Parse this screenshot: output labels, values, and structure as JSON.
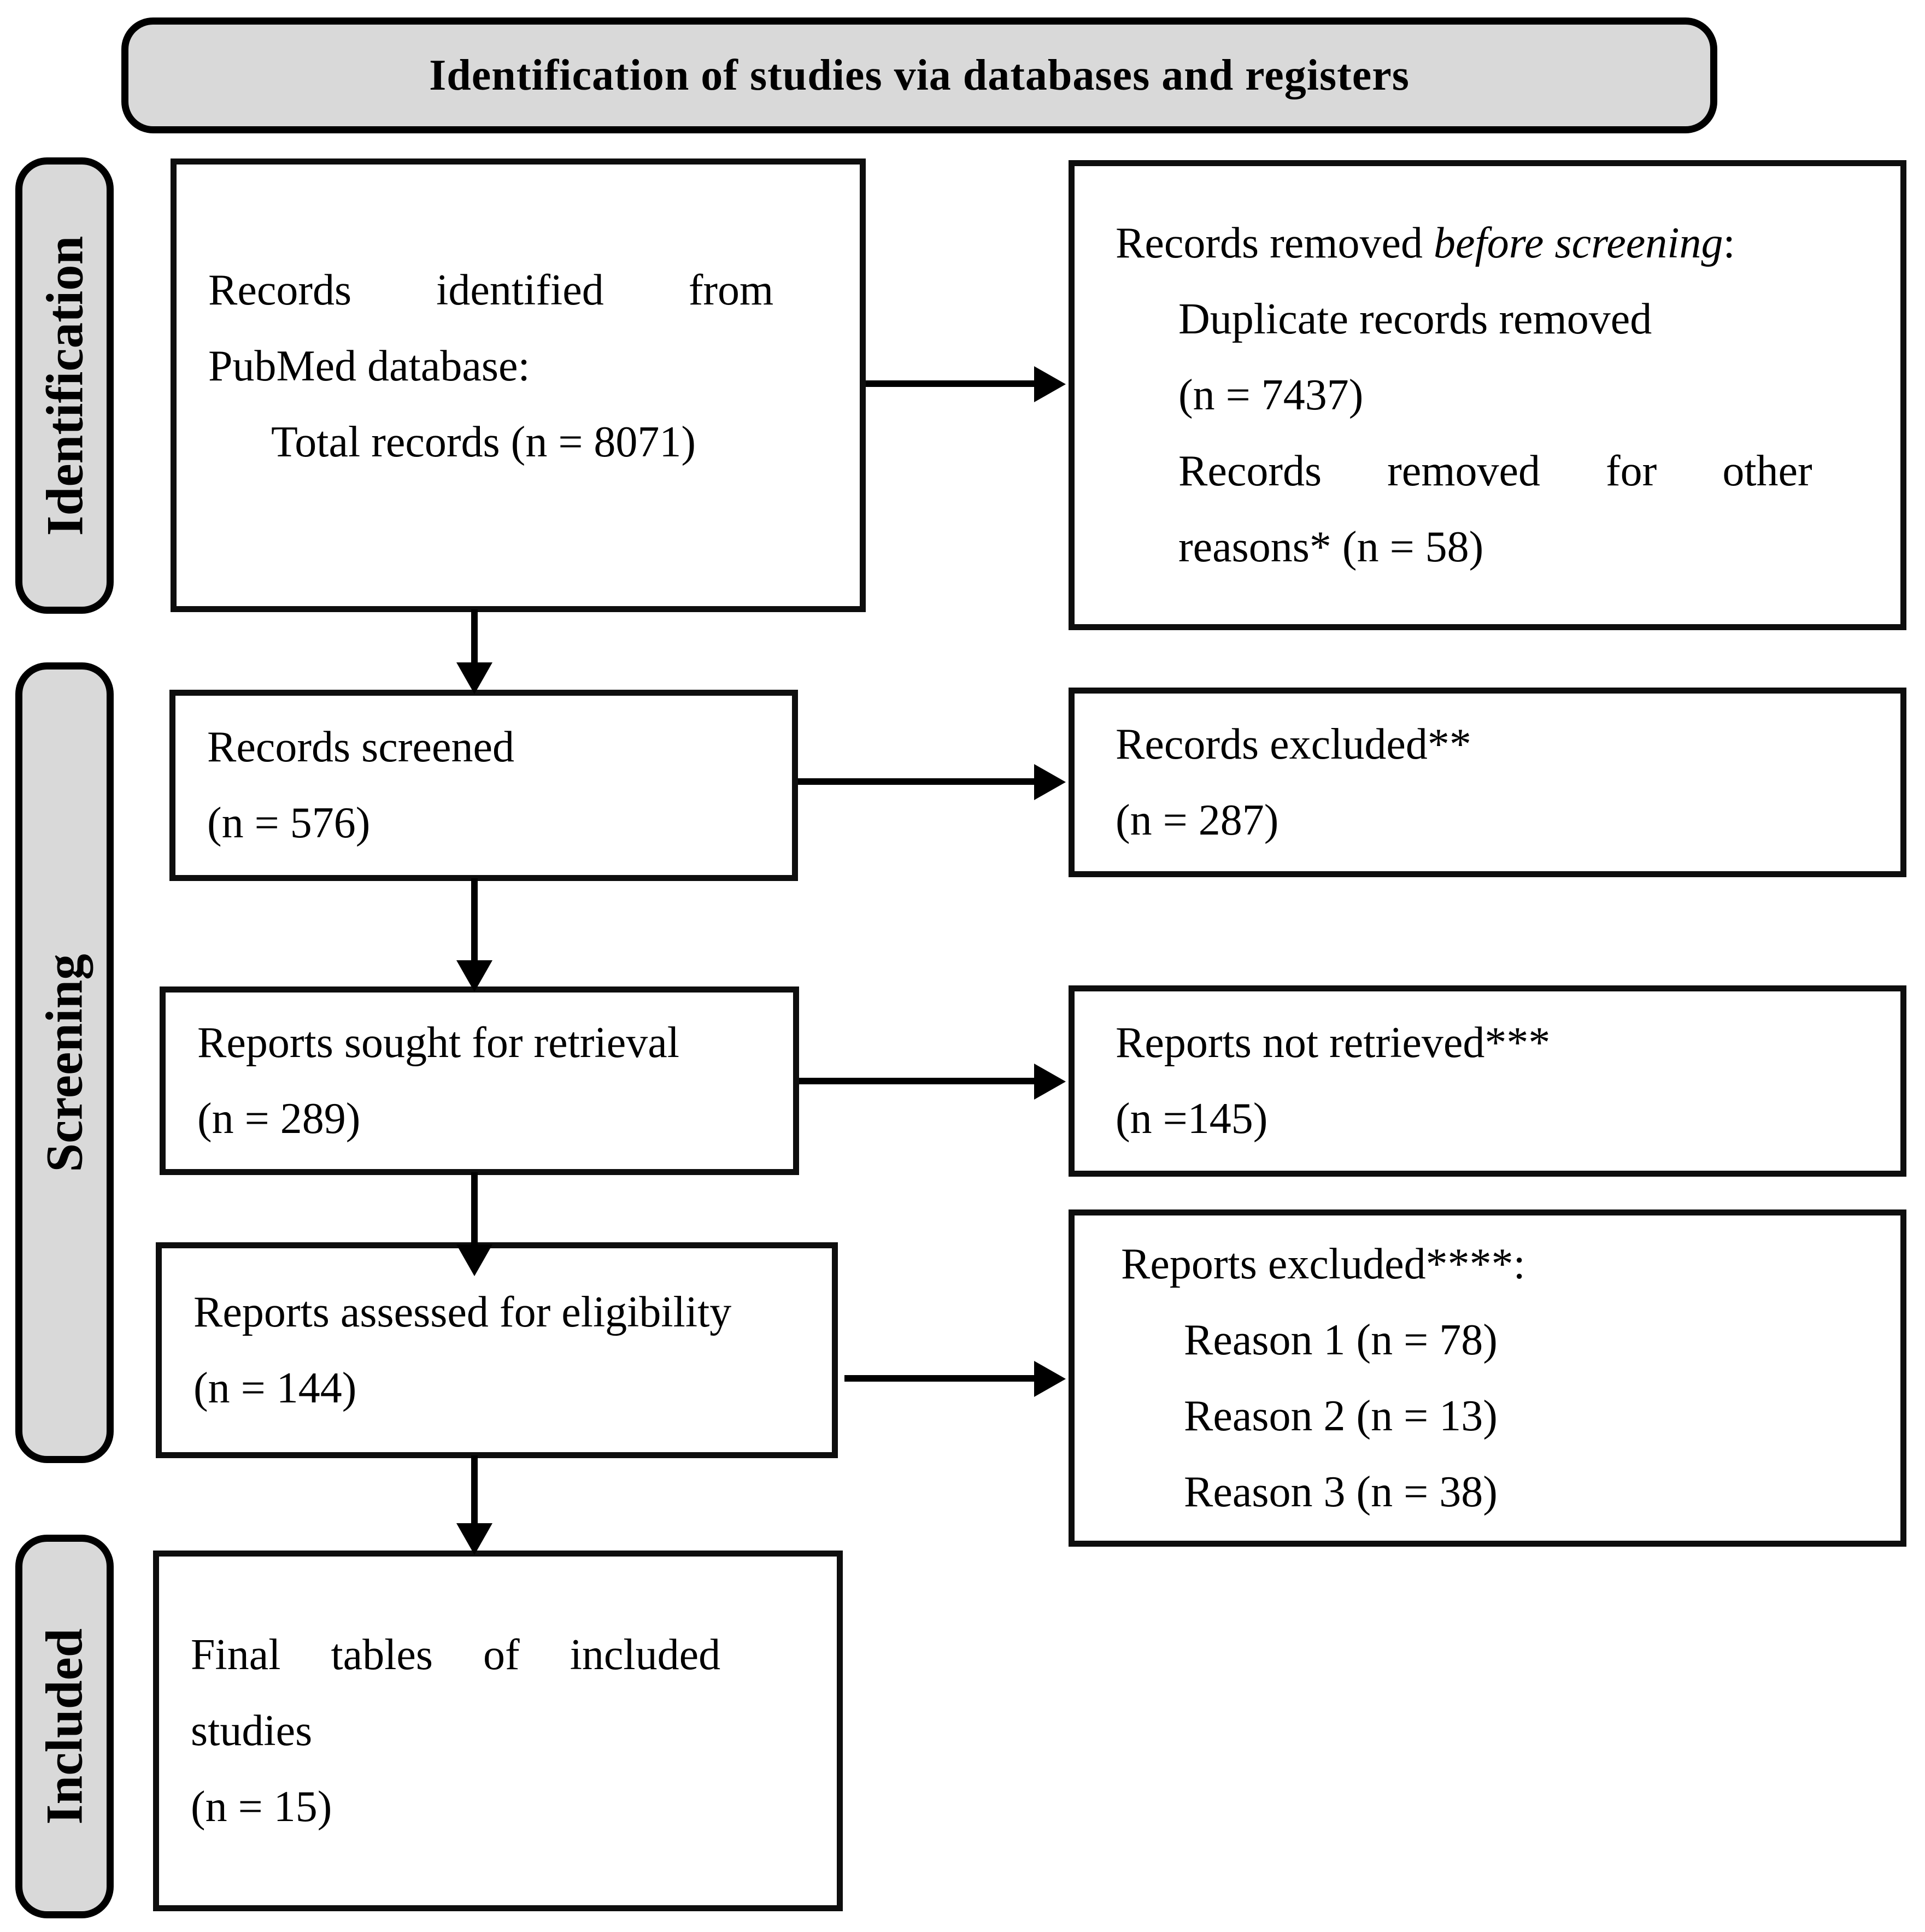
{
  "title": "Identification of studies via databases and registers",
  "sidebar": {
    "identification": "Identification",
    "screening": "Screening",
    "included": "Included"
  },
  "boxes": {
    "records_identified": {
      "line1": "Records identified from",
      "line2": "PubMed database:",
      "line3": "Total records (n = 8071)"
    },
    "records_removed": {
      "line1_prefix": "Records removed ",
      "line1_italic": "before screening",
      "line1_suffix": ":",
      "line2": "Duplicate records removed",
      "line3": "(n = 7437)",
      "line4": "Records removed for other",
      "line5": "reasons* (n = 58)"
    },
    "records_screened": {
      "line1": "Records screened",
      "line2": "(n = 576)"
    },
    "records_excluded": {
      "line1": "Records excluded**",
      "line2": "(n = 287)"
    },
    "reports_sought": {
      "line1": "Reports sought for retrieval",
      "line2": "(n = 289)"
    },
    "reports_not_retrieved": {
      "line1": "Reports not retrieved***",
      "line2": "(n =145)"
    },
    "reports_assessed": {
      "line1": "Reports assessed for eligibility",
      "line2": "(n = 144)"
    },
    "reports_excluded": {
      "line1": "Reports excluded****:",
      "line2": "Reason 1 (n = 78)",
      "line3": "Reason 2 (n = 13)",
      "line4": "Reason 3 (n = 38)"
    },
    "final_tables": {
      "line1": "Final tables of included",
      "line2": "studies",
      "line3": "(n = 15)"
    }
  },
  "colors": {
    "panel_fill": "#d9d9d9",
    "border": "#000000"
  }
}
